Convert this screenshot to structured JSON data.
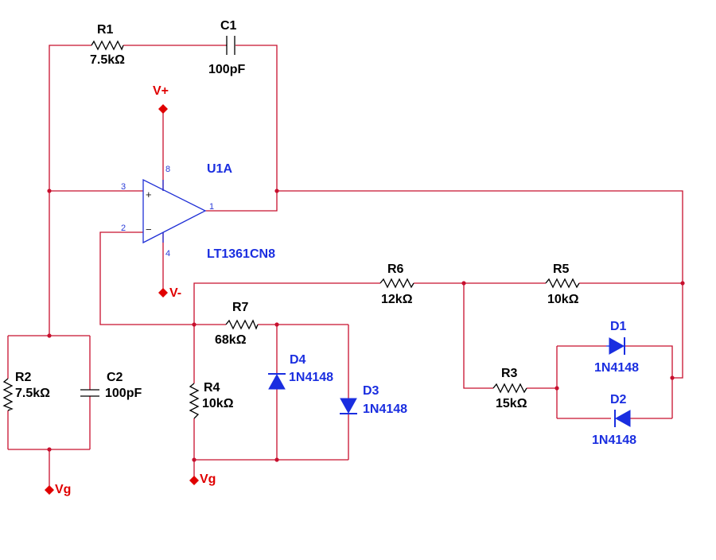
{
  "components": {
    "r1": {
      "name": "R1",
      "value": "7.5kΩ"
    },
    "c1": {
      "name": "C1",
      "value": "100pF"
    },
    "r2": {
      "name": "R2",
      "value": "7.5kΩ"
    },
    "c2": {
      "name": "C2",
      "value": "100pF"
    },
    "r3": {
      "name": "R3",
      "value": "15kΩ"
    },
    "r4": {
      "name": "R4",
      "value": "10kΩ"
    },
    "r5": {
      "name": "R5",
      "value": "10kΩ"
    },
    "r6": {
      "name": "R6",
      "value": "12kΩ"
    },
    "r7": {
      "name": "R7",
      "value": "68kΩ"
    },
    "d1": {
      "name": "D1",
      "value": "1N4148"
    },
    "d2": {
      "name": "D2",
      "value": "1N4148"
    },
    "d3": {
      "name": "D3",
      "value": "1N4148"
    },
    "d4": {
      "name": "D4",
      "value": "1N4148"
    },
    "opamp": {
      "name": "U1A",
      "part": "LT1361CN8",
      "pins": {
        "noninv": "3",
        "inv": "2",
        "out": "1",
        "vpos": "8",
        "vneg": "4"
      },
      "plus_sign": "+",
      "minus_sign": "−"
    }
  },
  "ports": {
    "vplus": "V+",
    "vminus": "V-",
    "vg1": "Vg",
    "vg2": "Vg"
  },
  "colors": {
    "wire": "#c8102e",
    "label_blue": "#1a2ee0",
    "port_red": "#e00000",
    "component": "#000000"
  }
}
